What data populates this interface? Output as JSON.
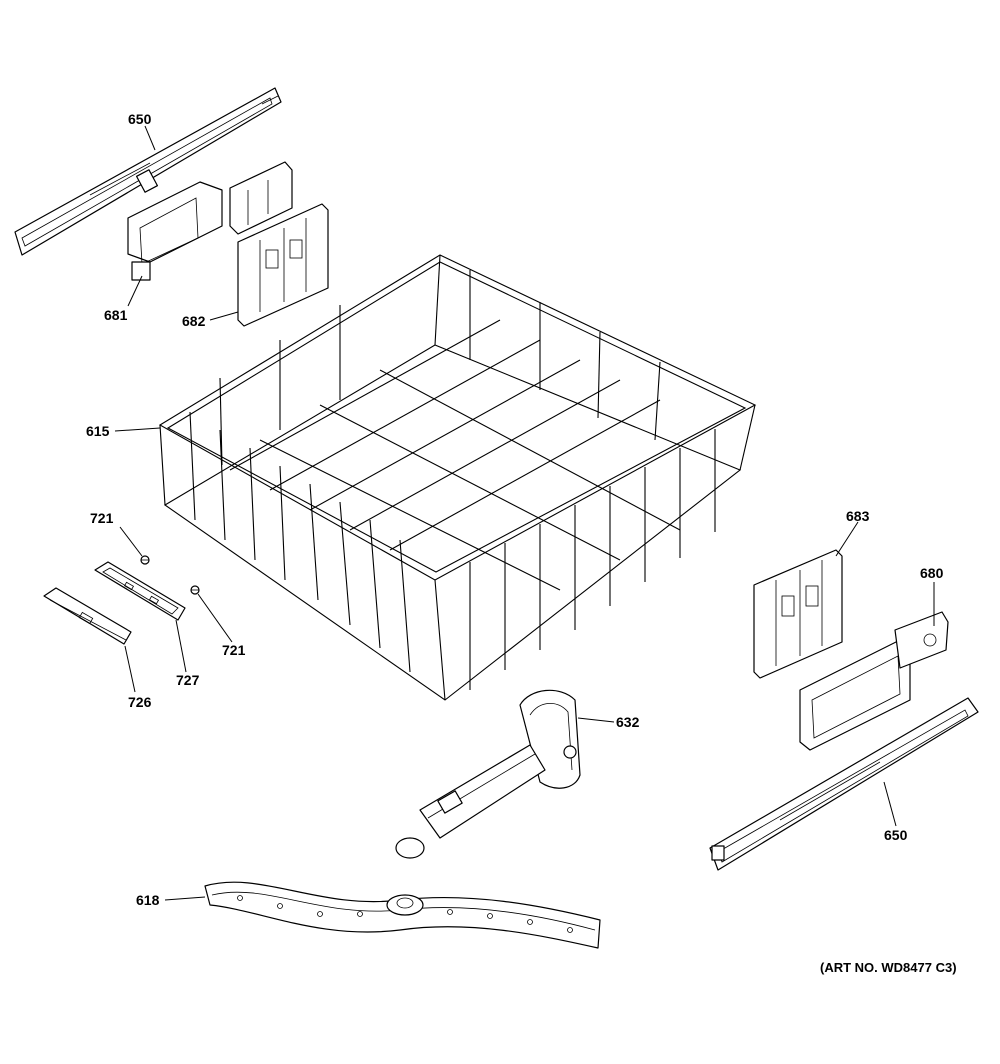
{
  "callouts": {
    "rail_top": "650",
    "clip_681": "681",
    "bracket_682": "682",
    "rack_615": "615",
    "screw_721_a": "721",
    "screw_721_b": "721",
    "handle_727": "727",
    "cover_726": "726",
    "bracket_683": "683",
    "clip_680": "680",
    "manifold_632": "632",
    "rail_bottom": "650",
    "spray_arm_618": "618"
  },
  "art_number": "(ART NO. WD8477 C3)"
}
